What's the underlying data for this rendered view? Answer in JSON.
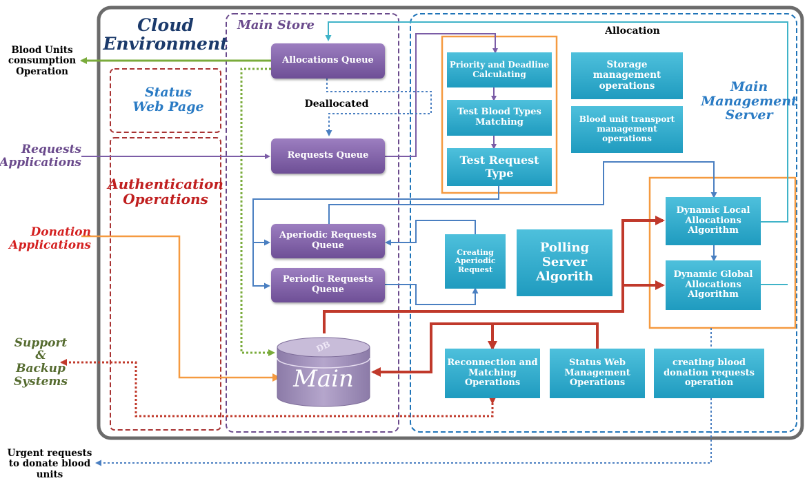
{
  "regions": {
    "cloud_title": "Cloud Environment",
    "main_store": "Main Store",
    "main_server": "Main Management Server",
    "status_web": "Status Web Page",
    "authentication": "Authentication Operations"
  },
  "external": {
    "blood_units": "Blood Units consumption Operation",
    "requests_apps": "Requests Applications",
    "donation_apps": "Donation Applications",
    "support": "Support & Backup Systems",
    "urgent": "Urgent requests to donate blood units"
  },
  "queues": {
    "allocations": "Allocations Queue",
    "requests": "Requests Queue",
    "aperiodic": "Aperiodic Requests Queue",
    "periodic": "Periodic Requests Queue",
    "deallocated": "Deallocated"
  },
  "database": {
    "label": "Main",
    "badge": "DB"
  },
  "server": {
    "allocation_title": "Allocation",
    "priority": "Priority and Deadline Calculating",
    "matching": "Test Blood Types Matching",
    "test_type": "Test Request Type",
    "storage": "Storage management operations",
    "transport": "Blood unit transport management operations",
    "dyn_local": "Dynamic Local Allocations Algorithm",
    "dyn_global": "Dynamic Global Allocations Algorithm",
    "creating_aperiodic": "Creating Aperiodic Request",
    "polling": "Polling Server Algorith",
    "reconnection": "Reconnection and Matching Operations",
    "status_mgmt": "Status Web Management Operations",
    "creating_donation": "creating blood donation requests operation"
  },
  "colors": {
    "cloud_border": "#6b6b6b",
    "store_border": "#6a4a8c",
    "server_border": "#1f74b8",
    "auth_border": "#a83232",
    "orange": "#f59a40",
    "teal": "#2aa7c9",
    "purple": "#7b5ca6",
    "red_arrow": "#c0392b",
    "green_arrow": "#7aab3b",
    "blue_arrow": "#4a7fc1",
    "cyan_arrow": "#3fb3c8"
  }
}
